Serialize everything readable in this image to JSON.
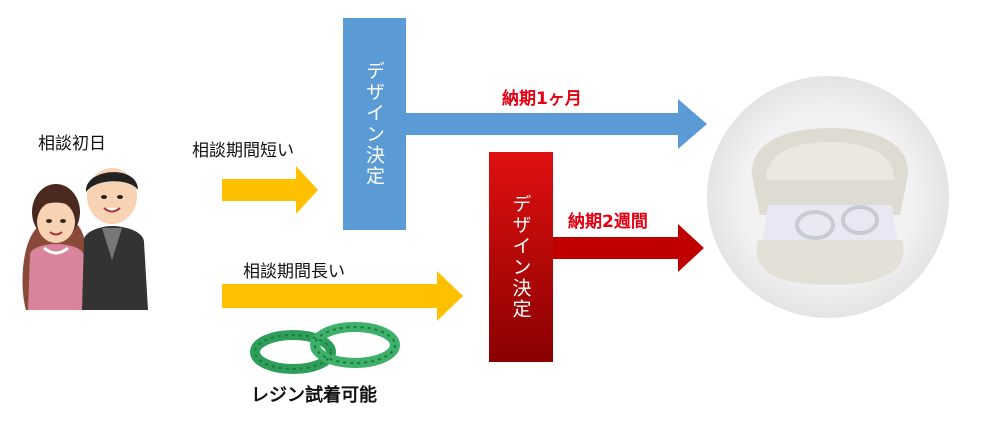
{
  "left": {
    "title": "相談初日"
  },
  "paths": {
    "short": {
      "label": "相談期間短い"
    },
    "long": {
      "label": "相談期間長い"
    }
  },
  "boxes": {
    "blue": {
      "text": "デザイン決定",
      "color": "#5b9bd5"
    },
    "red": {
      "text": "デザイン決定",
      "color": "#c00000"
    }
  },
  "delivery": {
    "one_month": "納期1ヶ月",
    "two_weeks": "納期2週間"
  },
  "resin": {
    "label": "レジン試着可能"
  },
  "colors": {
    "arrow_yellow": "#ffc000",
    "arrow_blue": "#5b9bd5",
    "arrow_red": "#c00000",
    "accent_red": "#e60012"
  }
}
